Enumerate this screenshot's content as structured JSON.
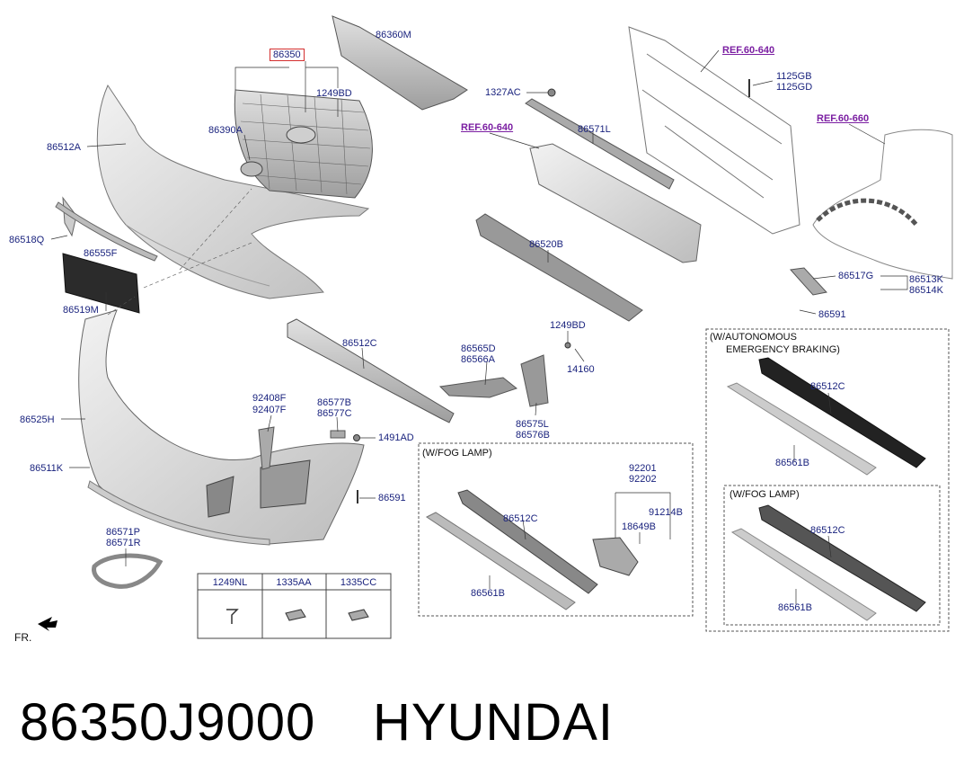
{
  "footer": {
    "part_number": "86350J9000",
    "brand": "HYUNDAI"
  },
  "orientation": "FR.",
  "callouts": {
    "p86360M": "86360M",
    "p86350": "86350",
    "p1249BD_top": "1249BD",
    "p86390A": "86390A",
    "p86512A": "86512A",
    "p86518Q": "86518Q",
    "p86555F": "86555F",
    "p86519M": "86519M",
    "p86525H": "86525H",
    "p86511K": "86511K",
    "p86571P": "86571P",
    "p86571R": "86571R",
    "p92408F": "92408F",
    "p92407F": "92407F",
    "p86577B": "86577B",
    "p86577C": "86577C",
    "p1491AD": "1491AD",
    "p86591_mid": "86591",
    "p86512C_mid": "86512C",
    "p86565D": "86565D",
    "p86566A": "86566A",
    "p1249BD_mid": "1249BD",
    "p14160": "14160",
    "p86575L": "86575L",
    "p86576B": "86576B",
    "p1327AC": "1327AC",
    "p86571L": "86571L",
    "p86520B": "86520B",
    "p1125GB": "1125GB",
    "p1125GD": "1125GD",
    "p86517G": "86517G",
    "p86513K": "86513K",
    "p86514K": "86514K",
    "p86591_right": "86591",
    "fog_86512C": "86512C",
    "fog_86561B": "86561B",
    "p92201": "92201",
    "p92202": "92202",
    "p91214B": "91214B",
    "p18649B": "18649B",
    "aeb_86512C": "86512C",
    "aeb_86561B": "86561B",
    "aebfog_86512C": "86512C",
    "aebfog_86561B": "86561B"
  },
  "references": {
    "ref_top": "REF.60-640",
    "ref_mid": "REF.60-640",
    "ref_fender": "REF.60-660"
  },
  "boxes": {
    "fog_lamp": "(W/FOG LAMP)",
    "aeb_line1": "(W/AUTONOMOUS",
    "aeb_line2": "EMERGENCY BRAKING)",
    "aeb_fog_lamp": "(W/FOG LAMP)"
  },
  "fastener_table": {
    "headers": [
      "1249NL",
      "1335AA",
      "1335CC"
    ]
  }
}
